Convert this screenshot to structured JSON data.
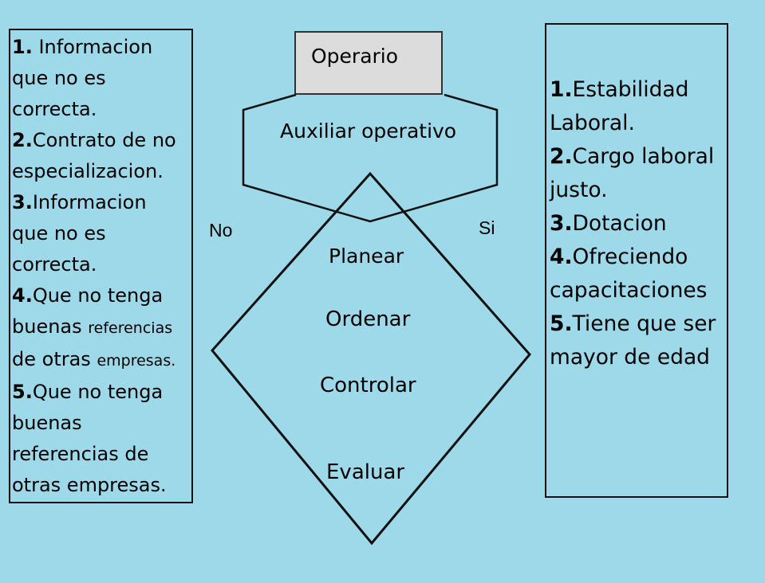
{
  "top_box": {
    "label": "Operario"
  },
  "hexagon": {
    "label": "Auxiliar operativo"
  },
  "branches": {
    "no": "No",
    "si": "Si"
  },
  "diamond": {
    "steps": [
      "Planear",
      "Ordenar",
      "Controlar",
      "Evaluar"
    ]
  },
  "left_list": {
    "items": [
      {
        "num": "1.",
        "lines": [
          " Informacion",
          "que no es",
          "correcta."
        ]
      },
      {
        "num": "2.",
        "lines": [
          "Contrato de no",
          "especializacion."
        ]
      },
      {
        "num": "3.",
        "lines": [
          "Informacion",
          "que no es",
          "correcta."
        ]
      },
      {
        "num": "4.",
        "lines": [
          "Que no tenga",
          "buenas ",
          "referencias",
          "de otras ",
          "empresas."
        ]
      },
      {
        "num": "5.",
        "lines": [
          "Que no tenga",
          "buenas",
          "referencias de",
          "otras empresas."
        ]
      }
    ]
  },
  "right_list": {
    "items": [
      {
        "num": "1.",
        "lines": [
          "Estabilidad",
          "Laboral."
        ]
      },
      {
        "num": "2.",
        "lines": [
          "Cargo laboral",
          "justo."
        ]
      },
      {
        "num": "3.",
        "lines": [
          "Dotacion"
        ]
      },
      {
        "num": "4.",
        "lines": [
          "Ofreciendo",
          "capacitaciones"
        ]
      },
      {
        "num": "5.",
        "lines": [
          "Tiene que ser",
          "mayor de edad"
        ]
      }
    ]
  },
  "colors": {
    "background": "#9ed9ea",
    "operario_fill": "#dcdcdc",
    "stroke": "#111111"
  }
}
